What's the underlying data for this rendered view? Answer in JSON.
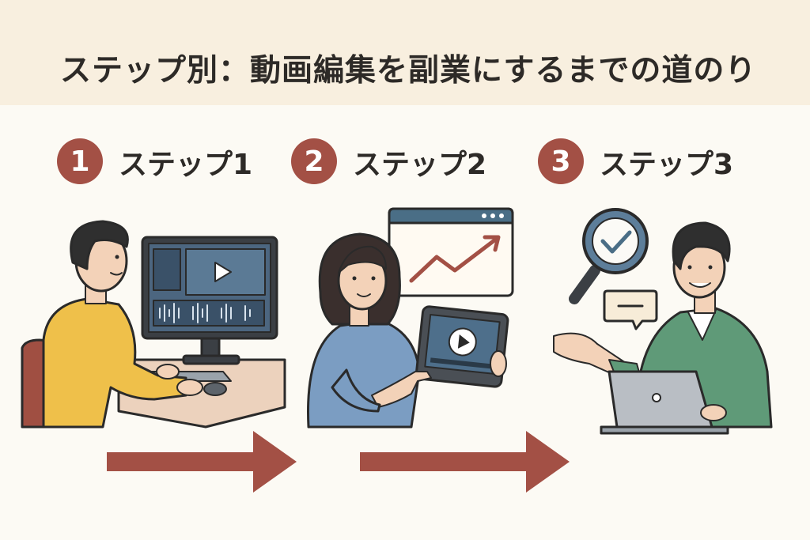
{
  "title": "ステップ別：動画編集を副業にするまでの道のり",
  "steps": [
    {
      "number": "1",
      "label": "ステップ1"
    },
    {
      "number": "2",
      "label": "ステップ2"
    },
    {
      "number": "3",
      "label": "ステップ3"
    }
  ],
  "colors": {
    "accent": "#a35045",
    "header_bg": "#f8efdf",
    "page_bg": "#fcfaf4"
  },
  "illustrations": [
    {
      "step": 1,
      "depicts": [
        "person",
        "desktop-monitor",
        "video-editing-timeline",
        "play-icon",
        "chair",
        "desk"
      ]
    },
    {
      "step": 2,
      "depicts": [
        "person",
        "tablet",
        "play-icon",
        "browser-window",
        "growth-chart"
      ]
    },
    {
      "step": 3,
      "depicts": [
        "person",
        "laptop",
        "magnifier",
        "check-icon",
        "speech-bubble"
      ]
    }
  ]
}
